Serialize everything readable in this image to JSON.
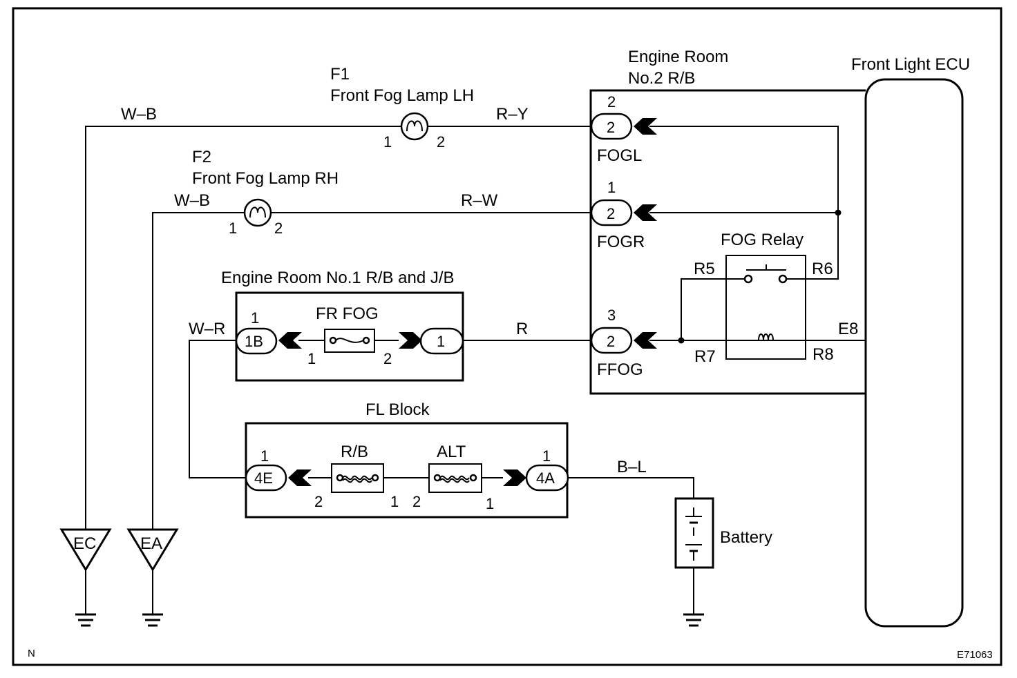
{
  "corner_labels": {
    "left": "N",
    "right": "E71063"
  },
  "fog_lamp_lh": {
    "code": "F1",
    "name": "Front Fog Lamp LH",
    "pin_a": "1",
    "pin_b": "2"
  },
  "fog_lamp_rh": {
    "code": "F2",
    "name": "Front Fog Lamp RH",
    "pin_a": "1",
    "pin_b": "2"
  },
  "wire_colors": {
    "lh_ground": "W–B",
    "lh_feed": "R–Y",
    "rh_ground": "W–B",
    "rh_feed": "R–W",
    "fuse_feed": "W–R",
    "relay_feed": "R",
    "battery": "B–L"
  },
  "engine_room_no2": {
    "title_line1": "Engine Room",
    "title_line2": "No.2 R/B",
    "fogl": {
      "pin_top": "2",
      "conn": "2",
      "label": "FOGL"
    },
    "fogr": {
      "pin_top": "1",
      "conn": "2",
      "label": "FOGR"
    },
    "ffog": {
      "pin_top": "3",
      "conn": "2",
      "label": "FFOG"
    },
    "relay": {
      "title": "FOG Relay",
      "r5": "R5",
      "r6": "R6",
      "r7": "R7",
      "r8": "R8"
    }
  },
  "engine_room_no1": {
    "title": "Engine Room No.1 R/B and J/B",
    "conn_left": "1B",
    "conn_left_pin": "1",
    "fuse": "FR FOG",
    "fuse_pin_a": "1",
    "fuse_pin_b": "2",
    "conn_right": "1"
  },
  "fl_block": {
    "title": "FL Block",
    "conn_left": "4E",
    "conn_left_pin": "1",
    "fuse1": "R/B",
    "fuse1_pin_a": "2",
    "fuse1_pin_b": "1",
    "fuse2": "ALT",
    "fuse2_pin_a": "2",
    "fuse2_pin_b": "1",
    "conn_right": "4A",
    "conn_right_pin": "1"
  },
  "front_light_ecu": {
    "title": "Front Light ECU",
    "pin": "E8"
  },
  "battery": {
    "label": "Battery"
  },
  "grounds": {
    "ec": "EC",
    "ea": "EA"
  }
}
